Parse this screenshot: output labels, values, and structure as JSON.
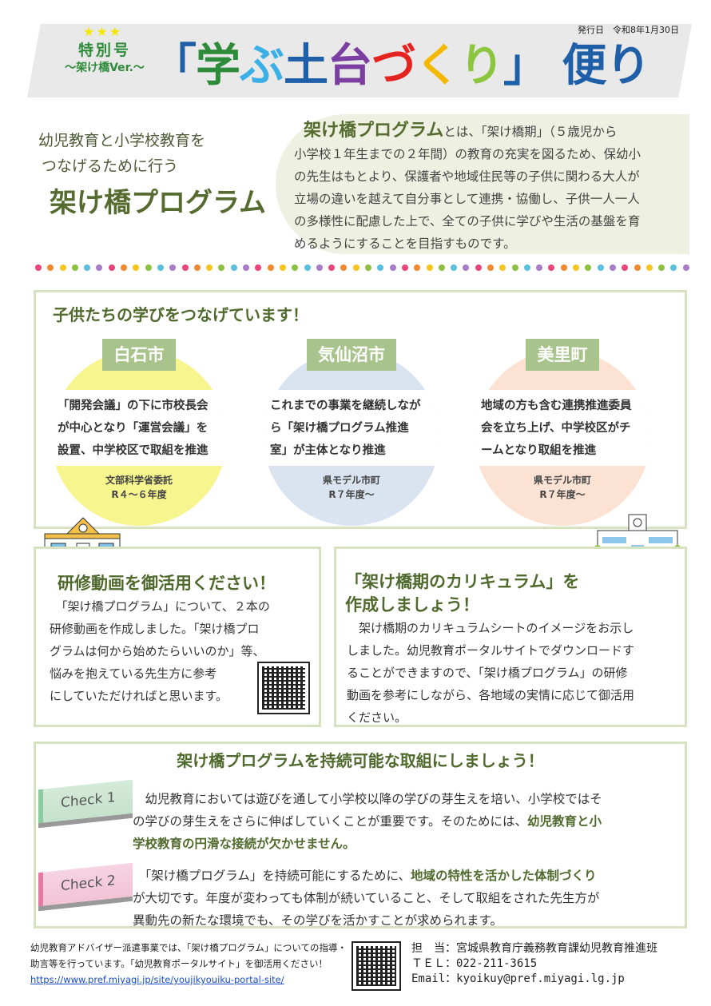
{
  "header": {
    "date": "発行日　令和8年1月30日",
    "special_line1": "特別号",
    "special_line2": "～架け橋Ver.～",
    "title_parts": [
      {
        "t": "「",
        "c": "#1f5fa8"
      },
      {
        "t": "学",
        "c": "#2e8b3a"
      },
      {
        "t": "ぶ",
        "c": "#3ab0e6"
      },
      {
        "t": "土",
        "c": "#1f5fa8"
      },
      {
        "t": "台",
        "c": "#7a3fa0"
      },
      {
        "t": "づ",
        "c": "#e52421"
      },
      {
        "t": "く",
        "c": "#f5b800"
      },
      {
        "t": "り",
        "c": "#8cc63f"
      },
      {
        "t": "」",
        "c": "#1f5fa8"
      },
      {
        "t": " 便り",
        "c": "#1f5fa8"
      }
    ]
  },
  "intro": {
    "line1": "幼児教育と小学校教育を",
    "line2": "つなげるために行う",
    "big": "架け橋プログラム",
    "lead": "架け橋プログラム",
    "lead_rest": "とは、「架け橋期」（５歳児から",
    "lines": [
      "小学校１年生までの２年間）の教育の充実を図るため、保幼小",
      "の先生はもとより、保護者や地域住民等の子供に関わる大人が",
      "立場の違いを越えて自分事として連携・協働し、子供一人一人",
      "の多様性に配慮した上で、全ての子供に学びや生活の基盤を育",
      "めるようにすることを目指すものです。"
    ]
  },
  "dot_colors": [
    "#e8457a",
    "#f08a30",
    "#f5c520",
    "#8cc040",
    "#5bbfe0",
    "#a87cc8"
  ],
  "cities": {
    "heading": "子供たちの学びをつなげています！",
    "items": [
      {
        "name": "白石市",
        "color": "#f7f68e",
        "text": [
          "「開発会議」の下に市校長会",
          "が中心となり「運営会議」を",
          "設置、中学校区で取組を推進"
        ],
        "sub1": "文部科学省委託",
        "sub2": "R４～６年度"
      },
      {
        "name": "気仙沼市",
        "color": "#dae4f0",
        "text": [
          "これまでの事業を継続しなが",
          "ら「架け橋プログラム推進",
          "室」が主体となり推進"
        ],
        "sub1": "県モデル市町",
        "sub2": "R７年度～"
      },
      {
        "name": "美里町",
        "color": "#fbe2d3",
        "text": [
          "地域の方も含む連携推進委員",
          "会を立ち上げ、中学校区がチ",
          "ームとなり取組を推進"
        ],
        "sub1": "県モデル市町",
        "sub2": "R７年度～"
      }
    ]
  },
  "video": {
    "heading": "研修動画を御活用ください！",
    "lines": [
      "　「架け橋プログラム」について、２本の",
      "研修動画を作成しました。「架け橋プロ",
      "グラムは何から始めたらいいのか」等、",
      "悩みを抱えている先生方に参考",
      "にしていただければと思います。"
    ]
  },
  "curriculum": {
    "heading1": "「架け橋期のカリキュラム」を",
    "heading2": "作成しましょう！",
    "lines": [
      "　架け橋期のカリキュラムシートのイメージをお示し",
      "しました。幼児教育ポータルサイトでダウンロードす",
      "ることができますので、「架け橋プログラム」の研修",
      "動画を参考にしながら、各地域の実情に応じて御活用",
      "ください。"
    ]
  },
  "sustain": {
    "heading": "架け橋プログラムを持続可能な取組にしましょう！",
    "check1": {
      "label": "Check 1",
      "l1": "　幼児教育においては遊びを通して小学校以降の学びの芽生えを培い、小学校ではそ",
      "l2a": "の学びの芽生えをさらに伸ばしていくことが重要です。そのためには、",
      "l2b": "幼児教育と小",
      "l3": "学校教育の円滑な接続が欠かせません。"
    },
    "check2": {
      "label": "Check 2",
      "l1a": "　「架け橋プログラム」を持続可能にするために、",
      "l1b": "地域の特性を活かした体制づくり",
      "l2": "が大切です。年度が変わっても体制が続いていること、そして取組をされた先生方が",
      "l3": "異動先の新たな環境でも、その学びを活かすことが求められます。"
    }
  },
  "footer": {
    "line1": "幼児教育アドバイザー派遣事業では、「架け橋プログラム」についての指導・",
    "line2": "助言等を行っています。「幼児教育ポータルサイト」を御活用ください！",
    "url": "https://www.pref.miyagi.jp/site/youjikyouiku-portal-site/",
    "contact1": "担　当：宮城県教育庁義務教育課幼児教育推進班",
    "contact2": "ＴＥＬ：022-211-3615",
    "contact3": "Email：kyoikuy@pref.miyagi.lg.jp"
  }
}
